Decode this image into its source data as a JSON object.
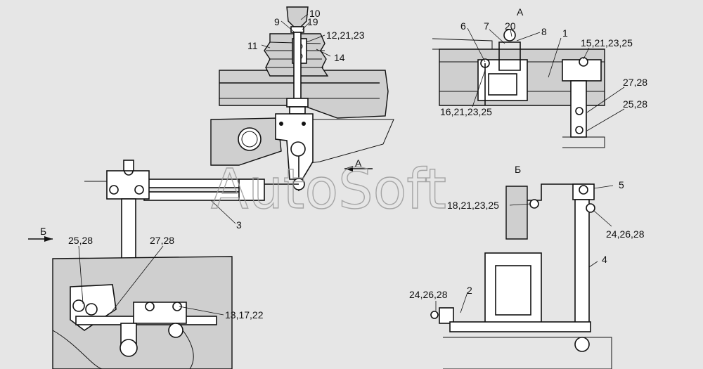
{
  "watermark": "AutoSoft",
  "view_labels": {
    "view_a": "А",
    "view_b": "Б",
    "arrow_a": "А",
    "arrow_b": "Б"
  },
  "callouts": {
    "c10": "10",
    "c9": "9",
    "c19": "19",
    "c12": "12,21,23",
    "c11": "11",
    "c14": "14",
    "c3": "3",
    "c25_28_left": "25,28",
    "c27_28_left": "27,28",
    "c13": "13,17,22",
    "c6": "6",
    "c7": "7",
    "c20": "20",
    "c8": "8",
    "c1": "1",
    "c15": "15,21,23,25",
    "c16": "16,21,23,25",
    "c27_28_right": "27,28",
    "c25_28_right": "25,28",
    "c5": "5",
    "c18": "18,21,23,25",
    "c24_26_28_right": "24,26,28",
    "c4": "4",
    "c2": "2",
    "c24_26_28_left": "24,26,28"
  }
}
